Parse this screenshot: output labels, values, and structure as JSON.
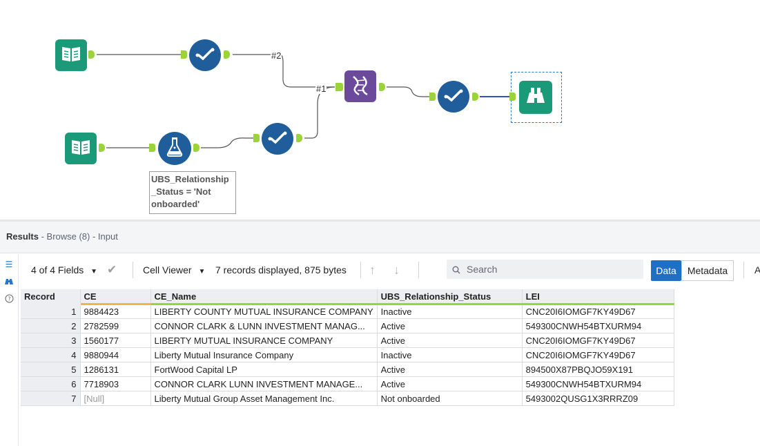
{
  "workflow": {
    "connection_labels": {
      "conn2": "#2",
      "conn1": "#1"
    },
    "annotation": "UBS_Relationship\n_Status = 'Not\nonboarded'",
    "colors": {
      "input": "#1a9a79",
      "select": "#1f5d9b",
      "formula": "#1f5d9b",
      "union": "#6b4a9b",
      "browse": "#1a9a79",
      "anchor": "#9bd43a",
      "wire": "#555555",
      "selected_wire": "#3a4db8"
    },
    "tools": [
      {
        "name": "input-data-1",
        "icon": "book-icon"
      },
      {
        "name": "select-1",
        "icon": "check-icon"
      },
      {
        "name": "input-data-2",
        "icon": "book-icon"
      },
      {
        "name": "formula-1",
        "icon": "flask-icon"
      },
      {
        "name": "select-2",
        "icon": "check-icon"
      },
      {
        "name": "union-1",
        "icon": "dna-icon"
      },
      {
        "name": "select-3",
        "icon": "check-icon"
      },
      {
        "name": "browse-1",
        "icon": "binoculars-icon"
      }
    ]
  },
  "results": {
    "title": "Results",
    "subtitle": " - Browse (8) - Input",
    "toolbar": {
      "fields": "4 of 4 Fields",
      "cell_viewer": "Cell Viewer",
      "records_info": "7 records displayed, 875 bytes",
      "search_placeholder": "Search",
      "data_button": "Data",
      "metadata_button": "Metadata",
      "trailing": "A"
    },
    "columns": [
      "Record",
      "CE",
      "CE_Name",
      "UBS_Relationship_Status",
      "LEI"
    ],
    "rows": [
      {
        "record": "1",
        "ce": "9884423",
        "ce_name": "LIBERTY COUNTY MUTUAL INSURANCE COMPANY",
        "status": "Inactive",
        "lei": "CNC20I6IOMGF7KY49D67"
      },
      {
        "record": "2",
        "ce": "2782599",
        "ce_name": "CONNOR CLARK & LUNN INVESTMENT MANAG...",
        "status": "Active",
        "lei": "549300CNWH54BTXURM94"
      },
      {
        "record": "3",
        "ce": "1560177",
        "ce_name": "LIBERTY MUTUAL INSURANCE COMPANY",
        "status": "Active",
        "lei": "CNC20I6IOMGF7KY49D67"
      },
      {
        "record": "4",
        "ce": "9880944",
        "ce_name": "Liberty Mutual Insurance Company",
        "status": "Inactive",
        "lei": "CNC20I6IOMGF7KY49D67"
      },
      {
        "record": "5",
        "ce": "1286131",
        "ce_name": "FortWood Capital LP",
        "status": "Active",
        "lei": "894500X87PBQJO59X191"
      },
      {
        "record": "6",
        "ce": "7718903",
        "ce_name": "CONNOR CLARK  LUNN INVESTMENT MANAGE...",
        "status": "Active",
        "lei": "549300CNWH54BTXURM94"
      },
      {
        "record": "7",
        "ce": "[Null]",
        "ce_name": "Liberty Mutual Group Asset Management Inc.",
        "status": "Not onboarded",
        "lei": "5493002QUSG1X3RRRZ09"
      }
    ]
  }
}
